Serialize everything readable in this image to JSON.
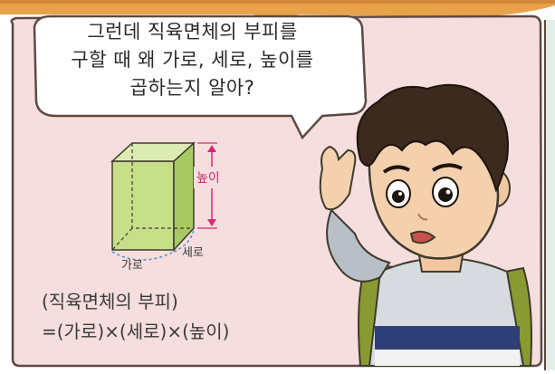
{
  "speech": {
    "line1": "그런데 직육면체의 부피를",
    "line2": "구할 때 왜 가로, 세로, 높이를",
    "line3": "곱하는지 알아?"
  },
  "diagram": {
    "height_label": "높이",
    "width_label": "가로",
    "depth_label": "세로"
  },
  "formula": {
    "line1": "(직육면체의 부피)",
    "line2": "=(가로)×(세로)×(높이)"
  },
  "colors": {
    "panel_bg": "#f6dede",
    "panel_border": "#5c4a42",
    "top_bar": "#e8a24a",
    "box_front": "#c8df8a",
    "box_side": "#a8c862",
    "box_top": "#dcebb4",
    "height_arrow": "#d12b72",
    "base_dash": "#4a90c8"
  }
}
